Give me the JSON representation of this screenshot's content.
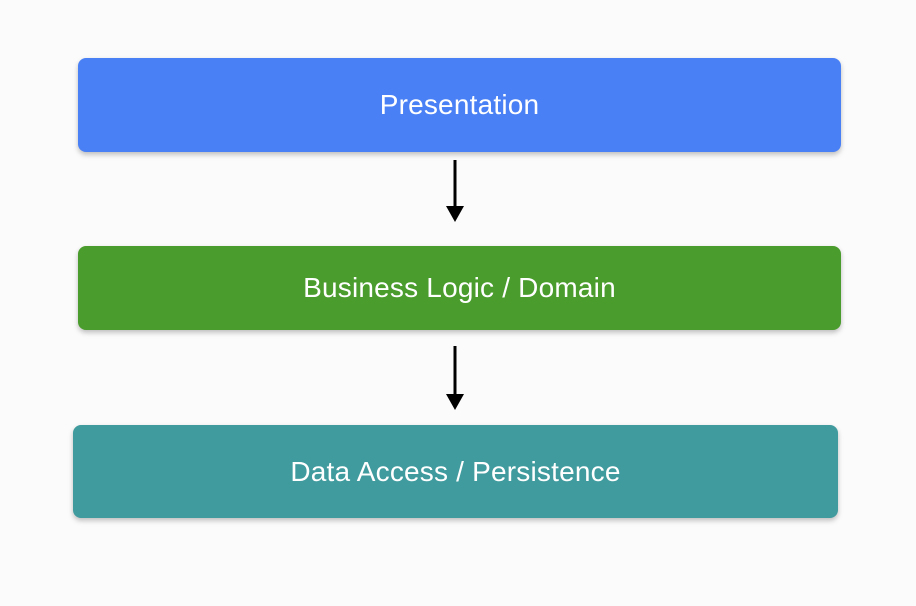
{
  "diagram": {
    "type": "layered-architecture-flowchart",
    "orientation": "vertical-top-down",
    "background_color": "#fbfbfb",
    "layers": [
      {
        "id": "presentation",
        "label": "Presentation",
        "fill_color": "#4a80f5",
        "text_color": "#ffffff"
      },
      {
        "id": "business",
        "label": "Business Logic / Domain",
        "fill_color": "#4a9c2d",
        "text_color": "#ffffff"
      },
      {
        "id": "data",
        "label": "Data Access / Persistence",
        "fill_color": "#409b9e",
        "text_color": "#ffffff"
      }
    ],
    "connectors": [
      {
        "id": "presentation-to-business",
        "from": "presentation",
        "to": "business",
        "color": "#000000",
        "direction": "down"
      },
      {
        "id": "business-to-data",
        "from": "business",
        "to": "data",
        "color": "#000000",
        "direction": "down"
      }
    ]
  }
}
